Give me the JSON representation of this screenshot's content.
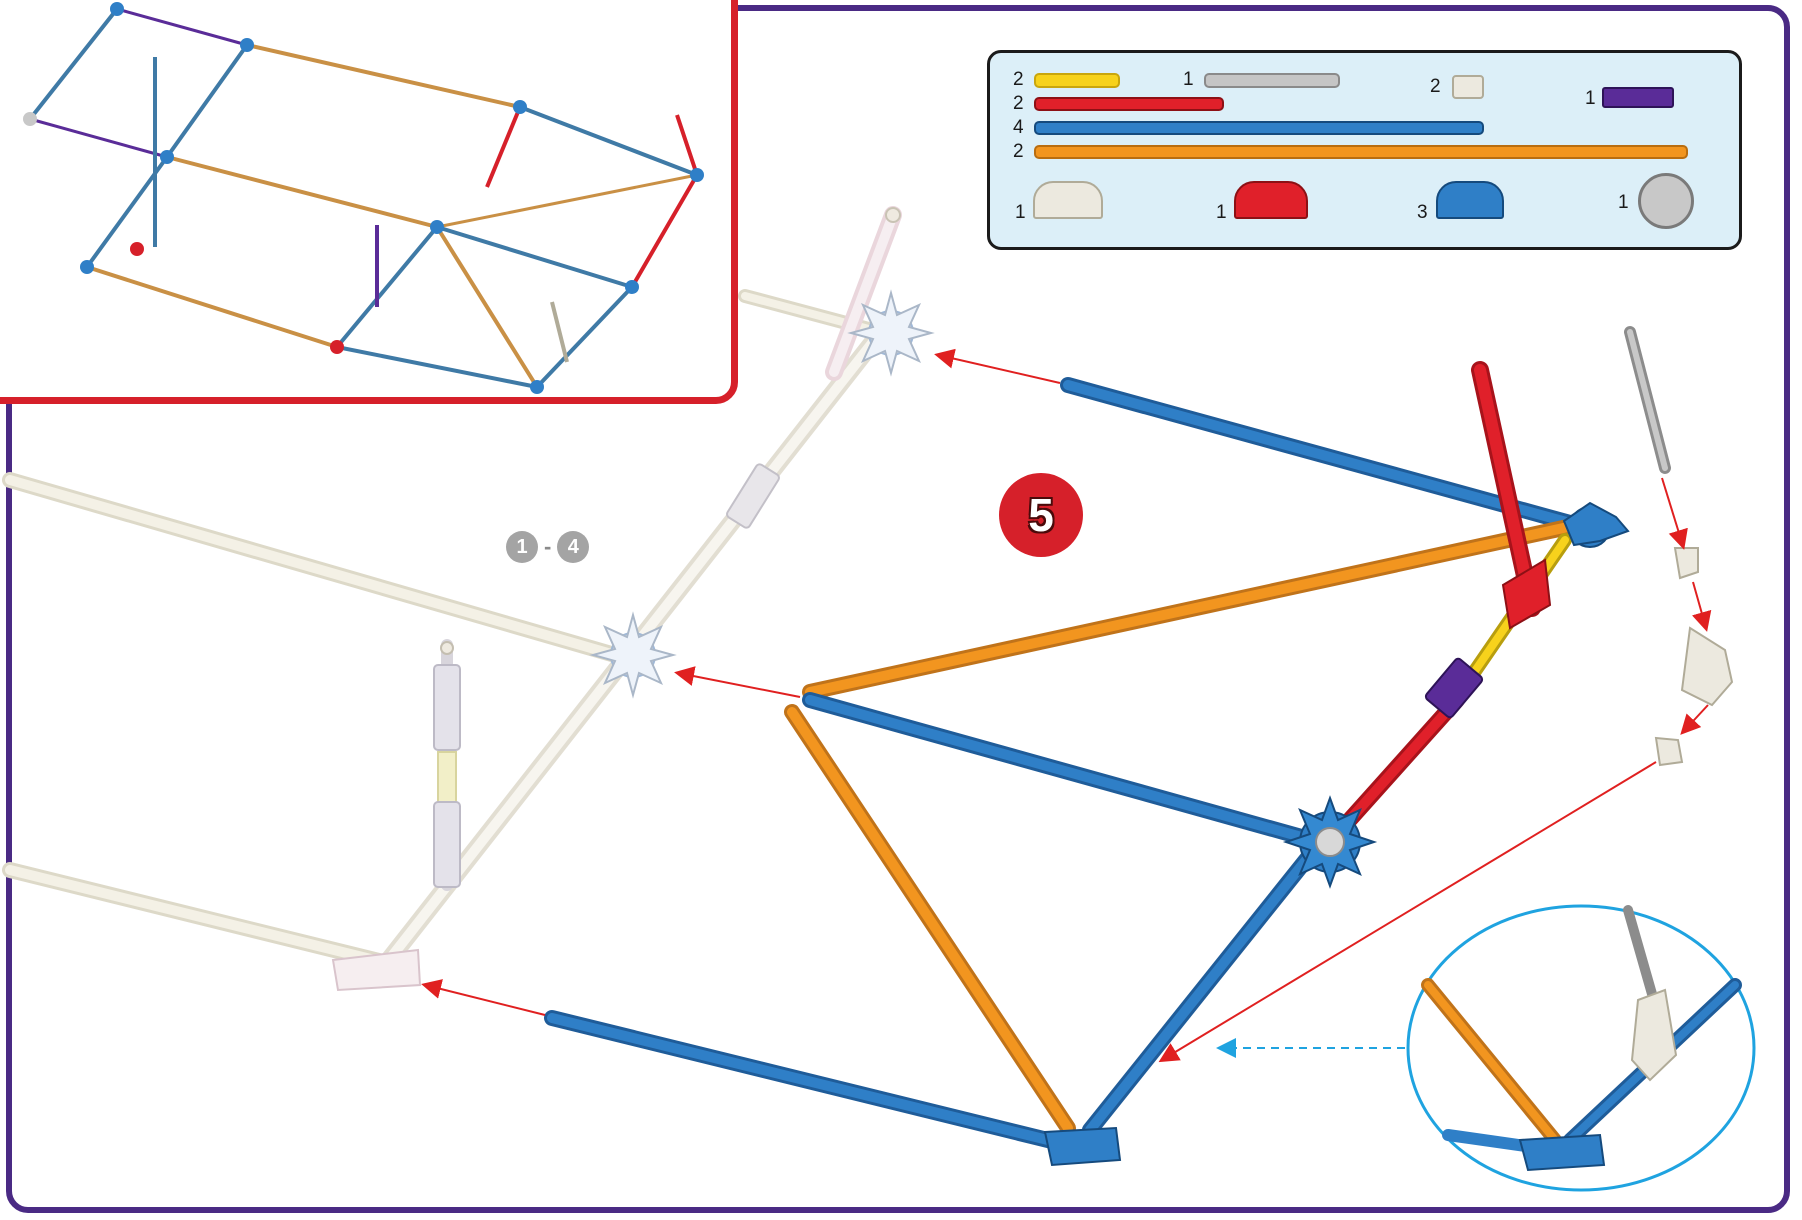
{
  "step": {
    "number": "5",
    "previous_from": "1",
    "previous_sep": "-",
    "previous_to": "4"
  },
  "parts": [
    {
      "qty": "2",
      "part": "yellow-rod"
    },
    {
      "qty": "1",
      "part": "gray-rod"
    },
    {
      "qty": "2",
      "part": "white-clip-connector"
    },
    {
      "qty": "1",
      "part": "purple-connector"
    },
    {
      "qty": "2",
      "part": "red-rod"
    },
    {
      "qty": "4",
      "part": "blue-rod"
    },
    {
      "qty": "2",
      "part": "orange-rod"
    },
    {
      "qty": "1",
      "part": "white-half-connector"
    },
    {
      "qty": "1",
      "part": "red-half-connector"
    },
    {
      "qty": "3",
      "part": "blue-half-connector"
    },
    {
      "qty": "1",
      "part": "gray-full-connector"
    }
  ],
  "colors": {
    "frame_border": "#4a2a84",
    "inset_border": "#d6202a",
    "step_badge": "#d6202a",
    "parts_box_bg": "#dceff8",
    "blue_rod": "#2f7fc7",
    "orange_rod": "#f2951f",
    "red_rod": "#e0202a",
    "yellow_rod": "#f7d21c",
    "purple_connector": "#5a2c98",
    "gray_rod": "#b3b3b3",
    "ghost_part": "#ece9df",
    "arrow_red": "#e02020",
    "callout_blue": "#1fa3e0"
  },
  "icons": [
    "rod-icon",
    "connector-icon",
    "arrow-icon",
    "magnifier-callout-icon"
  ]
}
